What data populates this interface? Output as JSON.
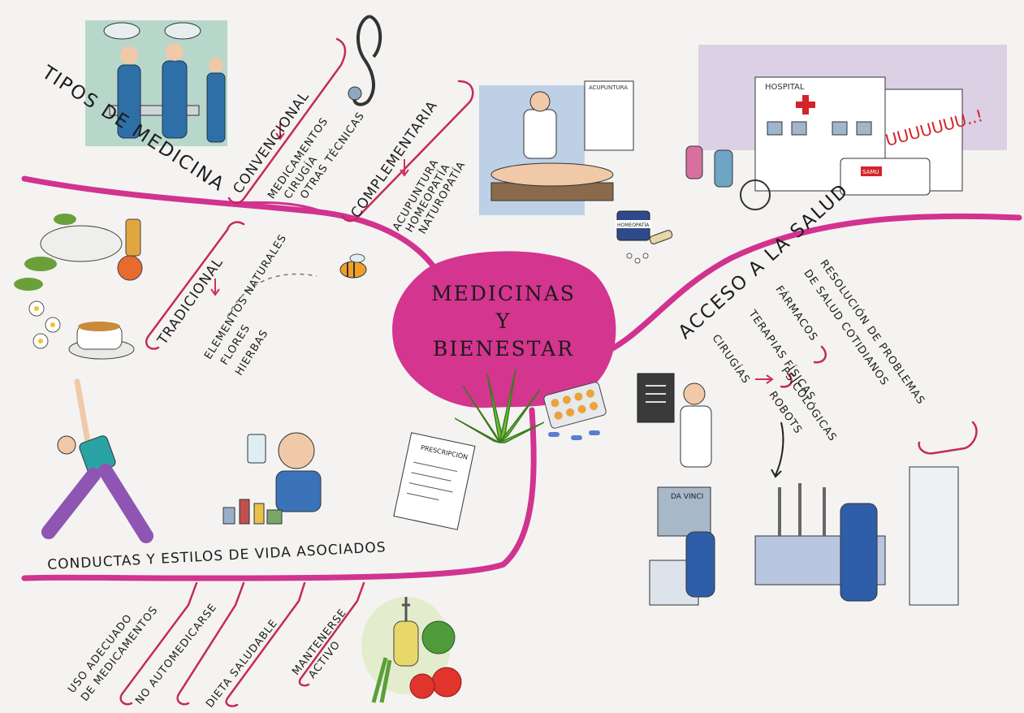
{
  "center": {
    "line1": "MEDICINAS",
    "line2": "Y",
    "line3": "BIENESTAR"
  },
  "tipos": {
    "title": "TIPOS DE MEDICINA",
    "convencional": {
      "label": "CONVENCIONAL",
      "items": [
        "MEDICAMENTOS",
        "CIRUGÍA",
        "OTRAS TÉCNICAS"
      ]
    },
    "complementaria": {
      "label": "COMPLEMENTARIA",
      "items": [
        "ACUPUNTURA",
        "HOMEOPATÍA",
        "NATUROPATÍA"
      ]
    },
    "tradicional": {
      "label": "TRADICIONAL",
      "items": [
        "ELEMENTOS NATURALES",
        "FLORES",
        "HIERBAS"
      ]
    }
  },
  "acceso": {
    "title": "ACCESO A LA SALUD",
    "resolucion": [
      "RESOLUCIÓN DE PROBLEMAS",
      "DE SALUD COTIDIANOS"
    ],
    "farmacos": "FÁRMACOS",
    "terapias": [
      "TERAPIAS FÍSICAS",
      "PSICOLÓGICAS"
    ],
    "cirugias": "CIRUGÍAS",
    "robots": "ROBOTS"
  },
  "conductas": {
    "title": "CONDUCTAS Y ESTILOS DE VIDA ASOCIADOS",
    "items": [
      [
        "USO ADECUADO",
        "DE MEDICAMENTOS"
      ],
      [
        "NO AUTOMEDICARSE"
      ],
      [
        "DIETA SALUDABLE"
      ],
      [
        "MANTENERSE",
        "ACTIVO"
      ]
    ]
  },
  "illustration_text": {
    "hospital_sign": "HOSPITAL",
    "siren": "UUUUUUU..!",
    "ambulance": "SAMU",
    "prescription": "PRESCRIPCIÓN",
    "robot_brand": "DA VINCI",
    "jar": "HOMEOPATÍA",
    "poster": "ACUPUNTURA"
  },
  "colors": {
    "branch": "#d1338f",
    "blob": "#d4358e",
    "bracket": "#c42a5a",
    "arrow": "#d0305c",
    "ink": "#1c1c1c"
  }
}
